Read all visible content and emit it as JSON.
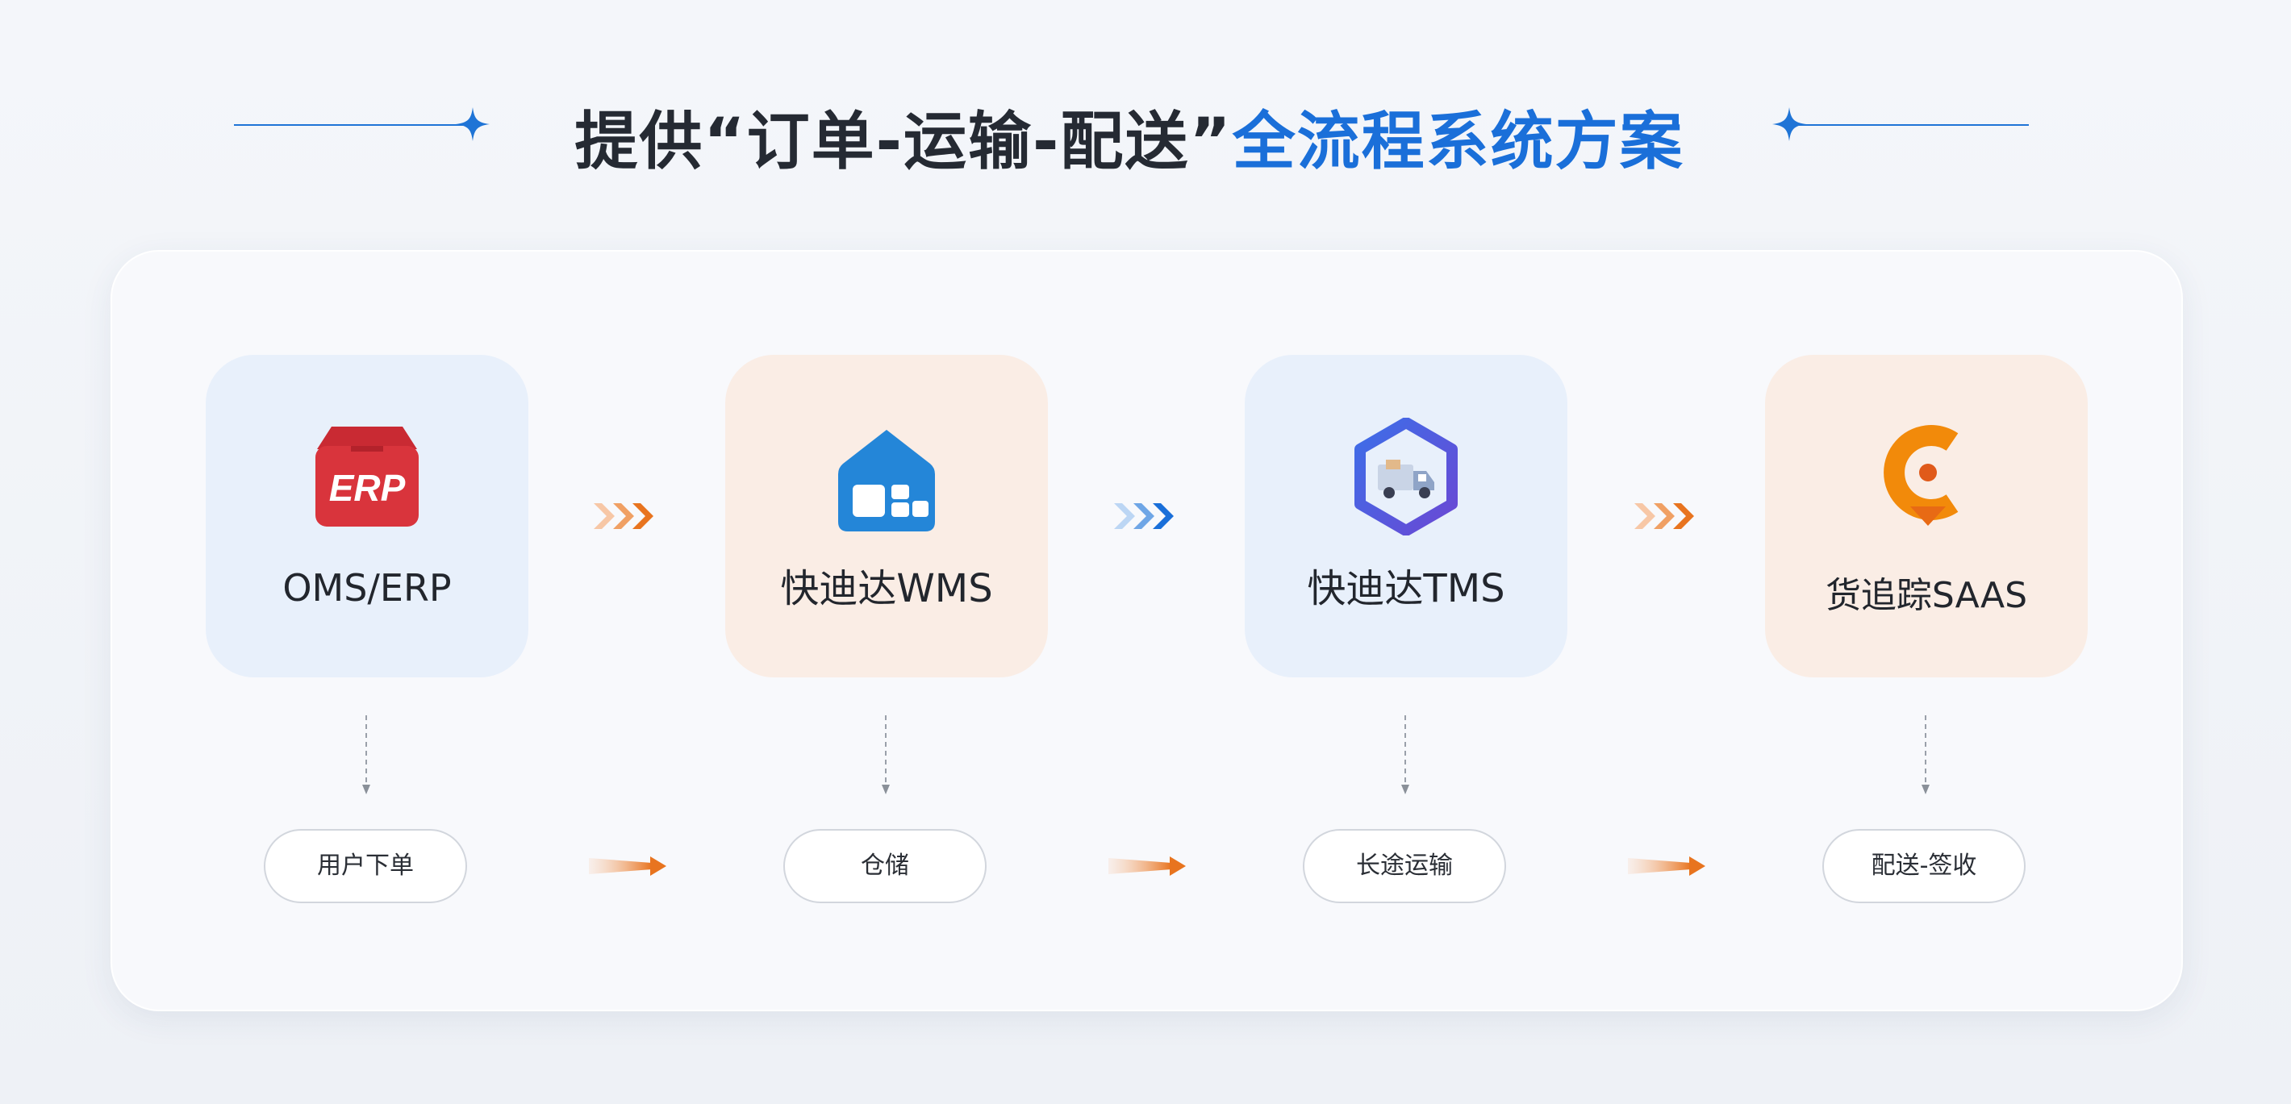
{
  "header": {
    "title_main": "提供“订单-运输-配送”",
    "title_accent": "全流程系统方案"
  },
  "systems": [
    {
      "label": "OMS/ERP",
      "icon": "erp-box-icon",
      "icon_text": "ERP",
      "tone": "blue"
    },
    {
      "label": "快迪达WMS",
      "icon": "warehouse-icon",
      "tone": "peach"
    },
    {
      "label": "快迪达TMS",
      "icon": "truck-hexagon-icon",
      "tone": "blue"
    },
    {
      "label": "货追踪SAAS",
      "icon": "tracking-pin-icon",
      "tone": "peach"
    }
  ],
  "steps": [
    "用户下单",
    "仓储",
    "长途运输",
    "配送-签收"
  ],
  "colors": {
    "accent_blue": "#1a6fd9",
    "accent_orange": "#e8741f",
    "erp_red": "#d9343c",
    "wms_blue": "#2486d8",
    "tms_purple": "#5b4fd6",
    "saas_orange": "#f28a0a"
  }
}
